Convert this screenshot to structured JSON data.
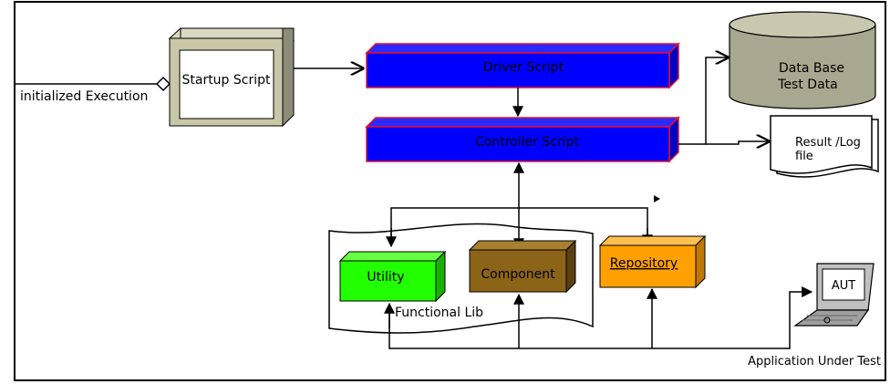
{
  "labels": {
    "initialized_execution": "initialized Execution",
    "startup_script": "Startup Script",
    "driver_script": "Driver Script",
    "controller_script": "Controller Script",
    "database_line1": "Data Base",
    "database_line2": "Test Data",
    "result_line1": "Result /Log",
    "result_line2": "file",
    "utility": "Utility",
    "component": "Component",
    "repository": "Repository",
    "functional_lib": "Functional Lib",
    "aut": "AUT",
    "application_under_test": "Application Under Test"
  },
  "colors": {
    "script_fill": "#0000ff",
    "script_border": "#e01030",
    "utility": "#22ff00",
    "component": "#8c6418",
    "repository": "#ffa000",
    "startup_frame": "#c8c8a8",
    "database": "#a8a890"
  }
}
